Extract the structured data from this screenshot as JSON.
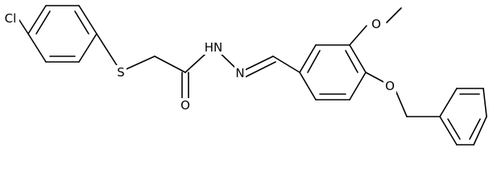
{
  "molecule": {
    "atoms": {
      "cl": "Cl",
      "s": "S",
      "o_carbonyl": "O",
      "hn": "HN",
      "n": "N",
      "o_methoxy": "O",
      "o_ether": "O"
    }
  }
}
